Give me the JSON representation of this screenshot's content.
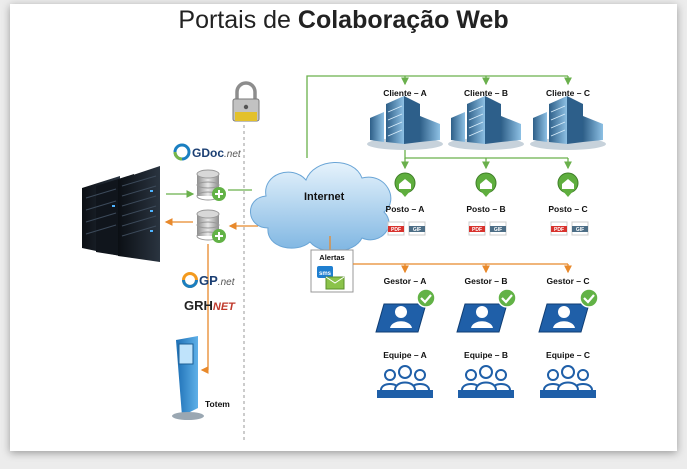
{
  "title": {
    "prefix": "Portais de",
    "bold": "Colaboração Web"
  },
  "internet_label": "Internet",
  "alerts": {
    "label": "Alertas",
    "sms": "sms"
  },
  "totem_label": "Totem",
  "brands": {
    "gdoc": "GDoc",
    "gdoc_suffix": ".net",
    "gp": "GP",
    "gp_suffix": ".net",
    "grh": "GRH",
    "grh_suffix": "NET"
  },
  "clients": [
    "Cliente – A",
    "Cliente – B",
    "Cliente – C"
  ],
  "postos": [
    "Posto – A",
    "Posto – B",
    "Posto – C"
  ],
  "file_badges": {
    "pdf": "PDF",
    "gif": "GIF"
  },
  "gestores": [
    "Gestor – A",
    "Gestor – B",
    "Gestor – C"
  ],
  "equipes": [
    "Equipe – A",
    "Equipe – B",
    "Equipe – C"
  ],
  "colors": {
    "green": "#6ab04c",
    "orange": "#e8892b",
    "blue": "#1f5fa8",
    "cloud": "#9cc8ea"
  }
}
